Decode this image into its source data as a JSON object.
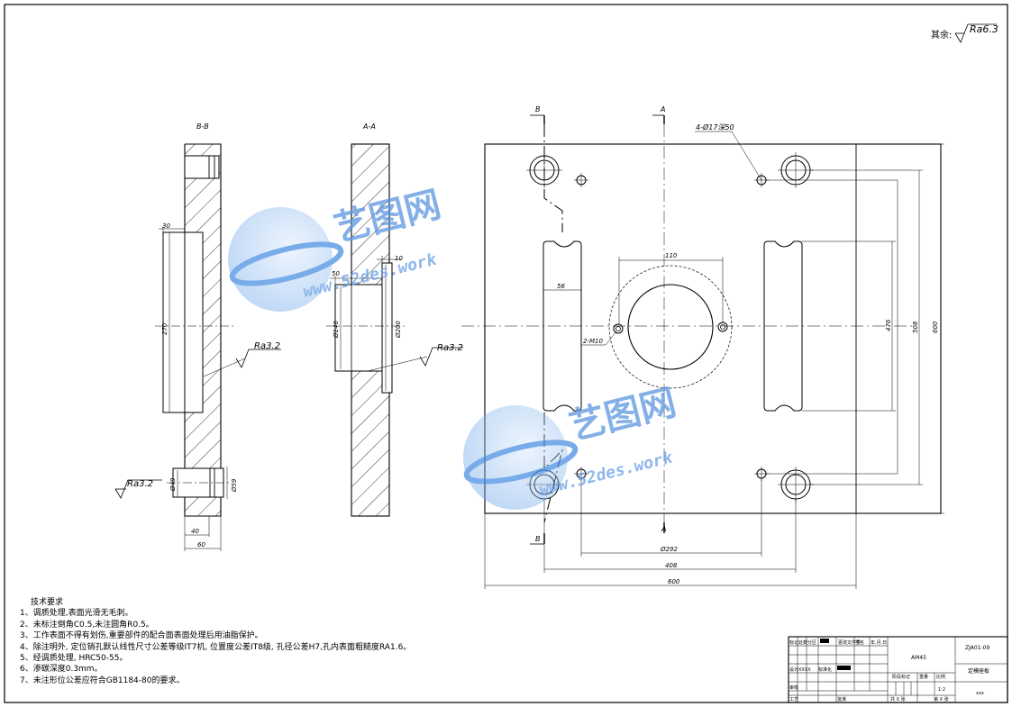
{
  "surface_note": {
    "prefix": "其余:",
    "symbol": "Ra6.3"
  },
  "views": {
    "bb": {
      "title": "B-B"
    },
    "aa": {
      "title": "A-A"
    }
  },
  "section_markers": {
    "b": "B",
    "a": "A"
  },
  "dims": {
    "bb_30": "30",
    "bb_270": "270",
    "bb_ra": "Ra3.2",
    "bb_ra_left": "Ra3.2",
    "bb_phi49": "Ø49",
    "bb_phi59": "Ø59",
    "bb_40": "40",
    "bb_60": "60",
    "aa_10": "10",
    "aa_50": "50",
    "aa_phi140": "Ø140",
    "aa_phi200": "Ø200",
    "aa_ra": "Ra3.2",
    "pv_holes": "4-Ø17深50",
    "pv_110": "110",
    "pv_56": "56",
    "pv_m10": "2-M10",
    "pv_476": "476",
    "pv_508": "508",
    "pv_600r": "600",
    "pv_292": "Ø292",
    "pv_408": "408",
    "pv_600b": "600"
  },
  "tech_req": {
    "title": "技术要求",
    "items": [
      "1、调质处理,表面光滑无毛刺。",
      "2、未标注倒角C0.5,未注圆角R0.5。",
      "3、工作表面不得有划伤,重要部件的配合面表面处理后用油脂保护。",
      "4、除注明外, 定位销孔默认线性尺寸公差等级IT7机, 位置度公差IT8级, 孔径公差H7,孔内表面粗糙度RA1.6。",
      "5、经调质处理, HRC50-55。",
      "6、渗碳深度0.3mm。",
      "7、未注形位公差应符合GB1184-80的要求。"
    ]
  },
  "title_block": {
    "material": "AM45",
    "drawing_no": "ZJA01-09",
    "part_name": "定模座板",
    "company": "xxx",
    "scale_label": "比例",
    "scale": "1:2",
    "weight_label": "重量",
    "stage_label": "阶段标记",
    "sheets_total": "共 X 张",
    "sheet_no": "第 X 张",
    "designer": "XXXX",
    "labels": [
      "标记",
      "处数",
      "分区",
      "更改文件号",
      "签名",
      "年.月.日",
      "设计",
      "标准化",
      "审核",
      "工艺",
      "批准"
    ]
  },
  "watermark": {
    "brand": "艺图网",
    "url": "www.52des.work"
  }
}
